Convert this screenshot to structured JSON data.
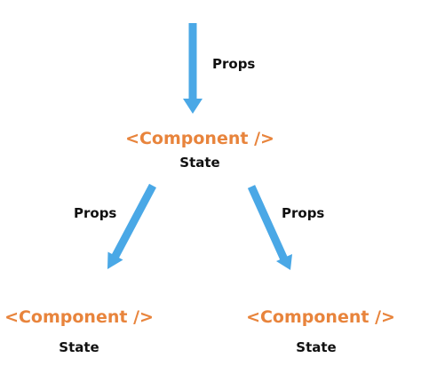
{
  "colors": {
    "component_text": "#e8843c",
    "arrow": "#4aa8e6",
    "text": "#111111",
    "background": "#ffffff"
  },
  "top_edge": {
    "label": "Props"
  },
  "root": {
    "tag": "<Component />",
    "state": "State"
  },
  "left_edge": {
    "label": "Props"
  },
  "right_edge": {
    "label": "Props"
  },
  "left_child": {
    "tag": "<Component />",
    "state": "State"
  },
  "right_child": {
    "tag": "<Component />",
    "state": "State"
  }
}
